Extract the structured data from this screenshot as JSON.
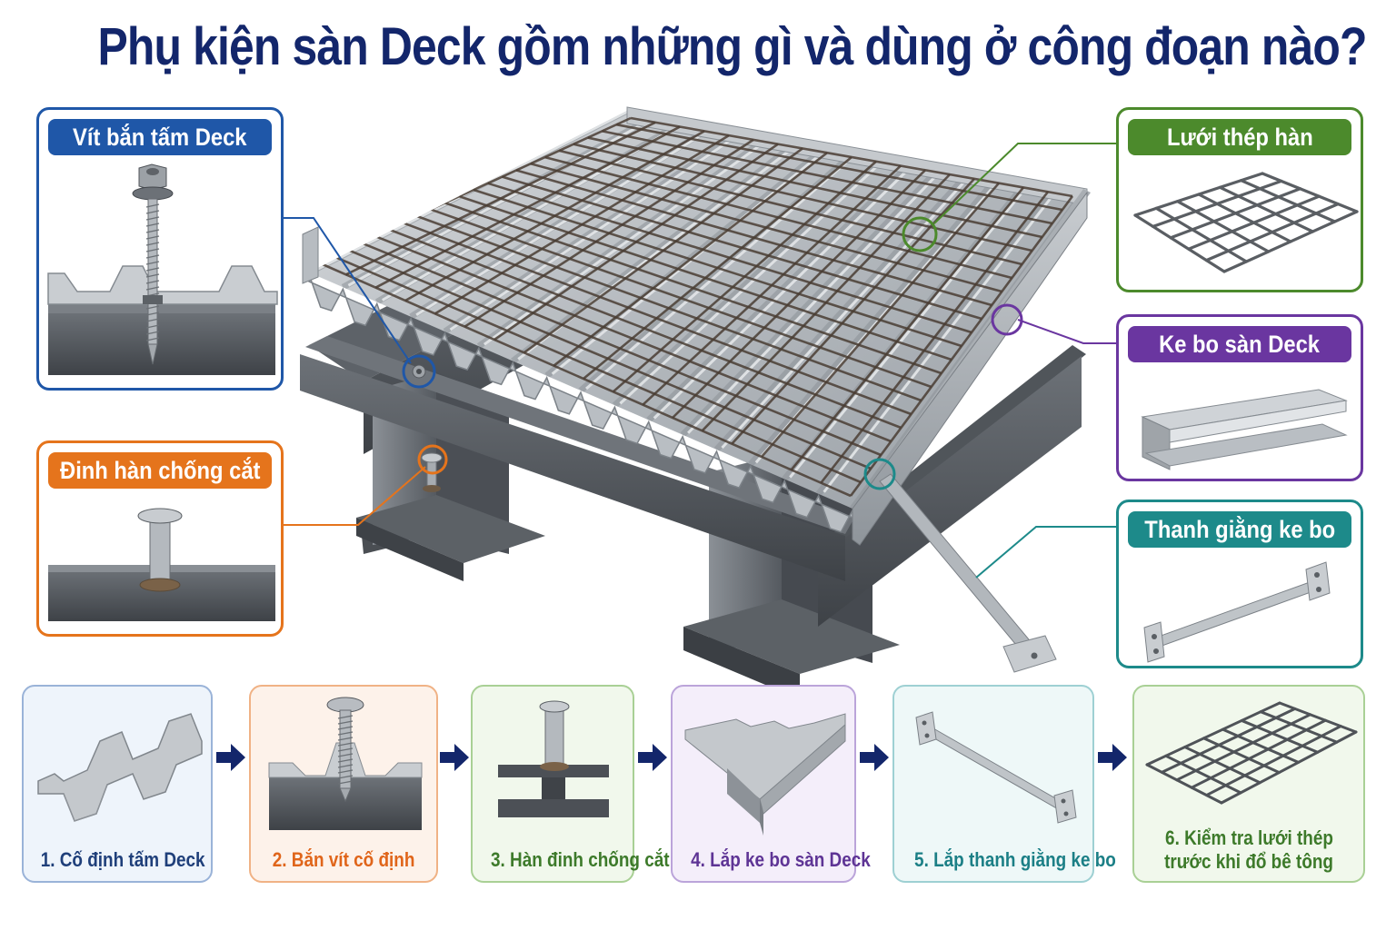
{
  "title": "Phụ kiện sàn Deck gồm những gì và dùng ở công đoạn nào?",
  "callouts": [
    {
      "label": "Vít bắn tấm Deck",
      "color": "#1f57a8"
    },
    {
      "label": "Đinh hàn chống cắt",
      "color": "#e5741c"
    },
    {
      "label": "Lưới thép hàn",
      "color": "#4c8a2c"
    },
    {
      "label": "Ke bo sàn Deck",
      "color": "#6a36a0"
    },
    {
      "label": "Thanh giằng ke bo",
      "color": "#1d8a8a"
    }
  ],
  "steps": [
    {
      "label": "1. Cố định tấm Deck",
      "color": "#1f3f7a",
      "border": "#9ab3d8",
      "bg": "#eef4fb"
    },
    {
      "label": "2. Bắn vít cố định",
      "color": "#e0651a",
      "border": "#f0b285",
      "bg": "#fdf2ea"
    },
    {
      "label": "3. Hàn đinh chống cắt",
      "color": "#3d7a2a",
      "border": "#a9d095",
      "bg": "#f1f8ec"
    },
    {
      "label": "4.  Lắp ke bo sàn Deck",
      "color": "#5e3495",
      "border": "#bba4da",
      "bg": "#f4eefa"
    },
    {
      "label": "5. Lắp thanh giằng ke bo",
      "color": "#1b7f86",
      "border": "#9ed0d3",
      "bg": "#eef8f8"
    },
    {
      "label_lines": [
        "6. Kiểm tra lưới thép",
        "trước khi đổ bê tông"
      ],
      "color": "#3d7a2a",
      "border": "#a9d095",
      "bg": "#f1f8ec"
    }
  ]
}
